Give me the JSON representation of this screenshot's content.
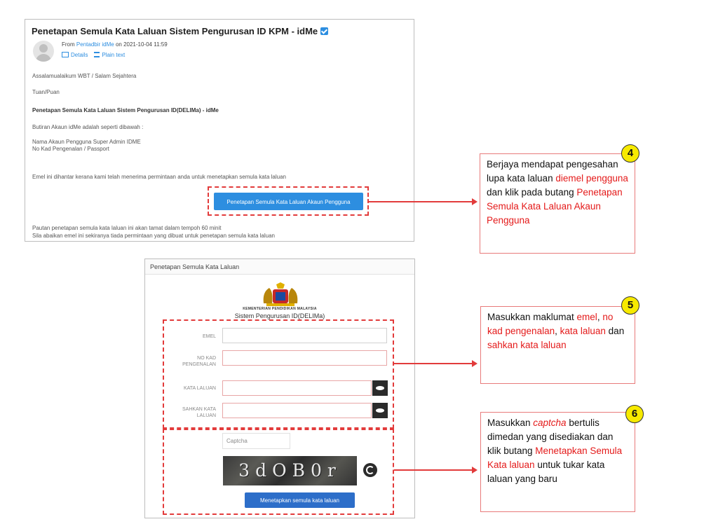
{
  "email": {
    "subject": "Penetapan Semula Kata Laluan Sistem Pengurusan ID KPM - idMe",
    "from_prefix": "From",
    "from_name": "Pentadbir idMe",
    "from_date": "on 2021-10-04 11:59",
    "action_details": "Details",
    "action_plain": "Plain text",
    "greeting": "Assalamualaikum WBT / Salam Sejahtera",
    "salutation": "Tuan/Puan",
    "heading": "Penetapan Semula Kata Laluan Sistem Pengurusan ID(DELIMa) - idMe",
    "line_account": "Butiran Akaun idMe adalah seperti dibawah :",
    "line_name": "Nama Akaun Pengguna Super Admin IDME",
    "line_ic": "No Kad Pengenalan / Passport",
    "line_notice": "Emel ini dihantar kerana kami telah menerima permintaan anda untuk menetapkan semula kata laluan",
    "reset_button": "Penetapan Semula Kata Laluan Akaun Pengguna",
    "footer1": "Pautan penetapan semula kata laluan ini akan tamat dalam tempoh 60 minit",
    "footer2": "Sila abaikan emel ini sekiranya tiada permintaan yang dibuat untuk penetapan semula kata laluan"
  },
  "form": {
    "header": "Penetapan Semula Kata Laluan",
    "org": "KEMENTERIAN PENDIDIKAN MALAYSIA",
    "system": "Sistem Pengurusan ID(DELIMa)",
    "label_email": "EMEL",
    "label_ic": "NO KAD PENGENALAN",
    "label_password": "KATA LALUAN",
    "label_confirm": "SAHKAN KATA LALUAN",
    "captcha_placeholder": "Captcha",
    "captcha_text": "3dOB0r",
    "submit": "Menetapkan semula kata laluan"
  },
  "callouts": {
    "c4": {
      "number": "4",
      "t1": "Berjaya mendapat pengesahan lupa kata laluan ",
      "r1": "diemel pengguna",
      "t2": " dan klik pada butang ",
      "r2": "Penetapan Semula Kata Laluan Akaun Pengguna"
    },
    "c5": {
      "number": "5",
      "t1": "Masukkan maklumat ",
      "r1": "emel",
      "t2": ", ",
      "r2": "no kad pengenalan",
      "t3": ", ",
      "r3": "kata laluan",
      "t4": " dan ",
      "r4": "sahkan kata laluan"
    },
    "c6": {
      "number": "6",
      "t1": "Masukkan ",
      "r1": "captcha",
      "t2": " bertulis dimedan yang disediakan dan klik butang ",
      "r2": "Menetapkan Semula Kata laluan",
      "t3": " untuk tukar kata laluan yang baru"
    }
  },
  "colors": {
    "accent": "#2d8ee0",
    "highlight": "#e23b3b",
    "badge": "#f7ea00"
  }
}
